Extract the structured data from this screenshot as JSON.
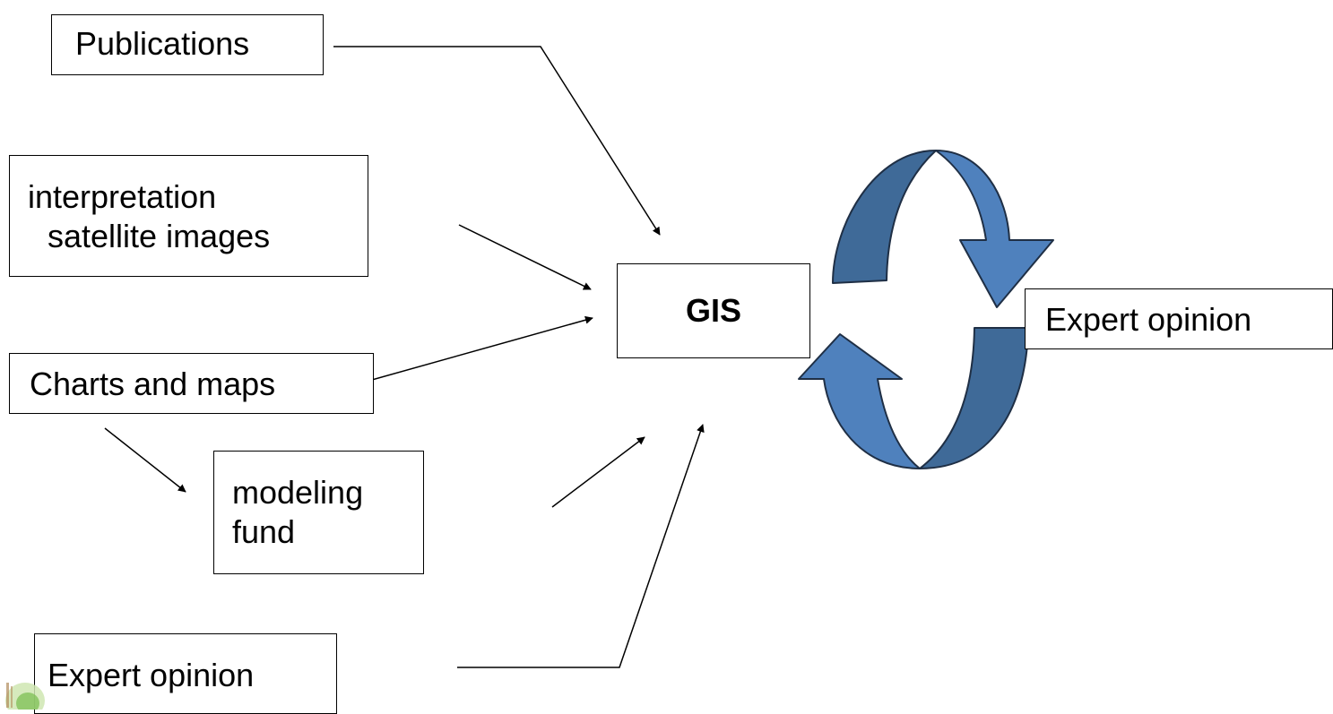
{
  "diagram": {
    "nodes": {
      "publications": "Publications",
      "interpretation": [
        "interpretation",
        "satellite images"
      ],
      "charts": "Charts and maps",
      "modeling": [
        "modeling",
        "fund"
      ],
      "gis": "GIS",
      "expert_right": "Expert opinion",
      "expert_bottom": "Expert opinion"
    },
    "edges": [
      {
        "from": "publications",
        "to": "gis"
      },
      {
        "from": "interpretation",
        "to": "gis"
      },
      {
        "from": "charts",
        "to": "gis"
      },
      {
        "from": "charts",
        "to": "modeling"
      },
      {
        "from": "modeling",
        "to": "gis"
      },
      {
        "from": "expert_bottom",
        "to": "gis"
      }
    ],
    "cycle": {
      "between": [
        "gis",
        "expert_right"
      ],
      "icon": "circular-arrows-icon"
    },
    "colors": {
      "arrow_light": "#4f81bd",
      "arrow_dark": "#3f6a98",
      "arrow_outline": "#1f2f45",
      "line": "#000000"
    },
    "logo_icon": "logo-icon"
  }
}
